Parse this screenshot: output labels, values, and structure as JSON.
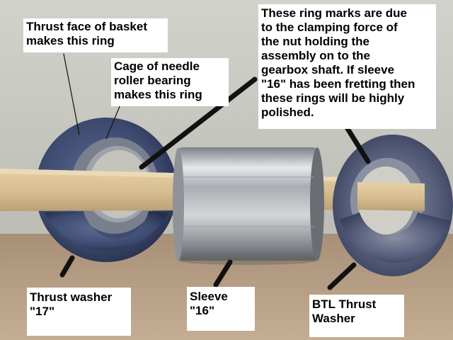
{
  "labels": {
    "thrust_face": [
      "Thrust face of basket",
      "makes this ring"
    ],
    "cage": [
      "Cage of needle",
      "roller bearing",
      "makes this ring"
    ],
    "ring_marks": [
      "These ring marks are due",
      "to the clamping force of",
      "the nut holding the",
      "assembly on to the",
      "gearbox shaft. If sleeve",
      "\"16\" has been fretting then",
      "these rings will be highly",
      "polished."
    ],
    "thrust_washer": [
      "Thrust washer",
      "\"17\""
    ],
    "sleeve": [
      "Sleeve",
      "\"16\""
    ],
    "btl_washer": [
      "BTL Thrust",
      "Washer"
    ]
  },
  "colors": {
    "wall": "#c9c9c3",
    "table": "#b59c80",
    "washer_blue": "#3c4a70",
    "steel": "#b9bcc0",
    "wood": "#d8bf92",
    "marker": "#111111"
  }
}
